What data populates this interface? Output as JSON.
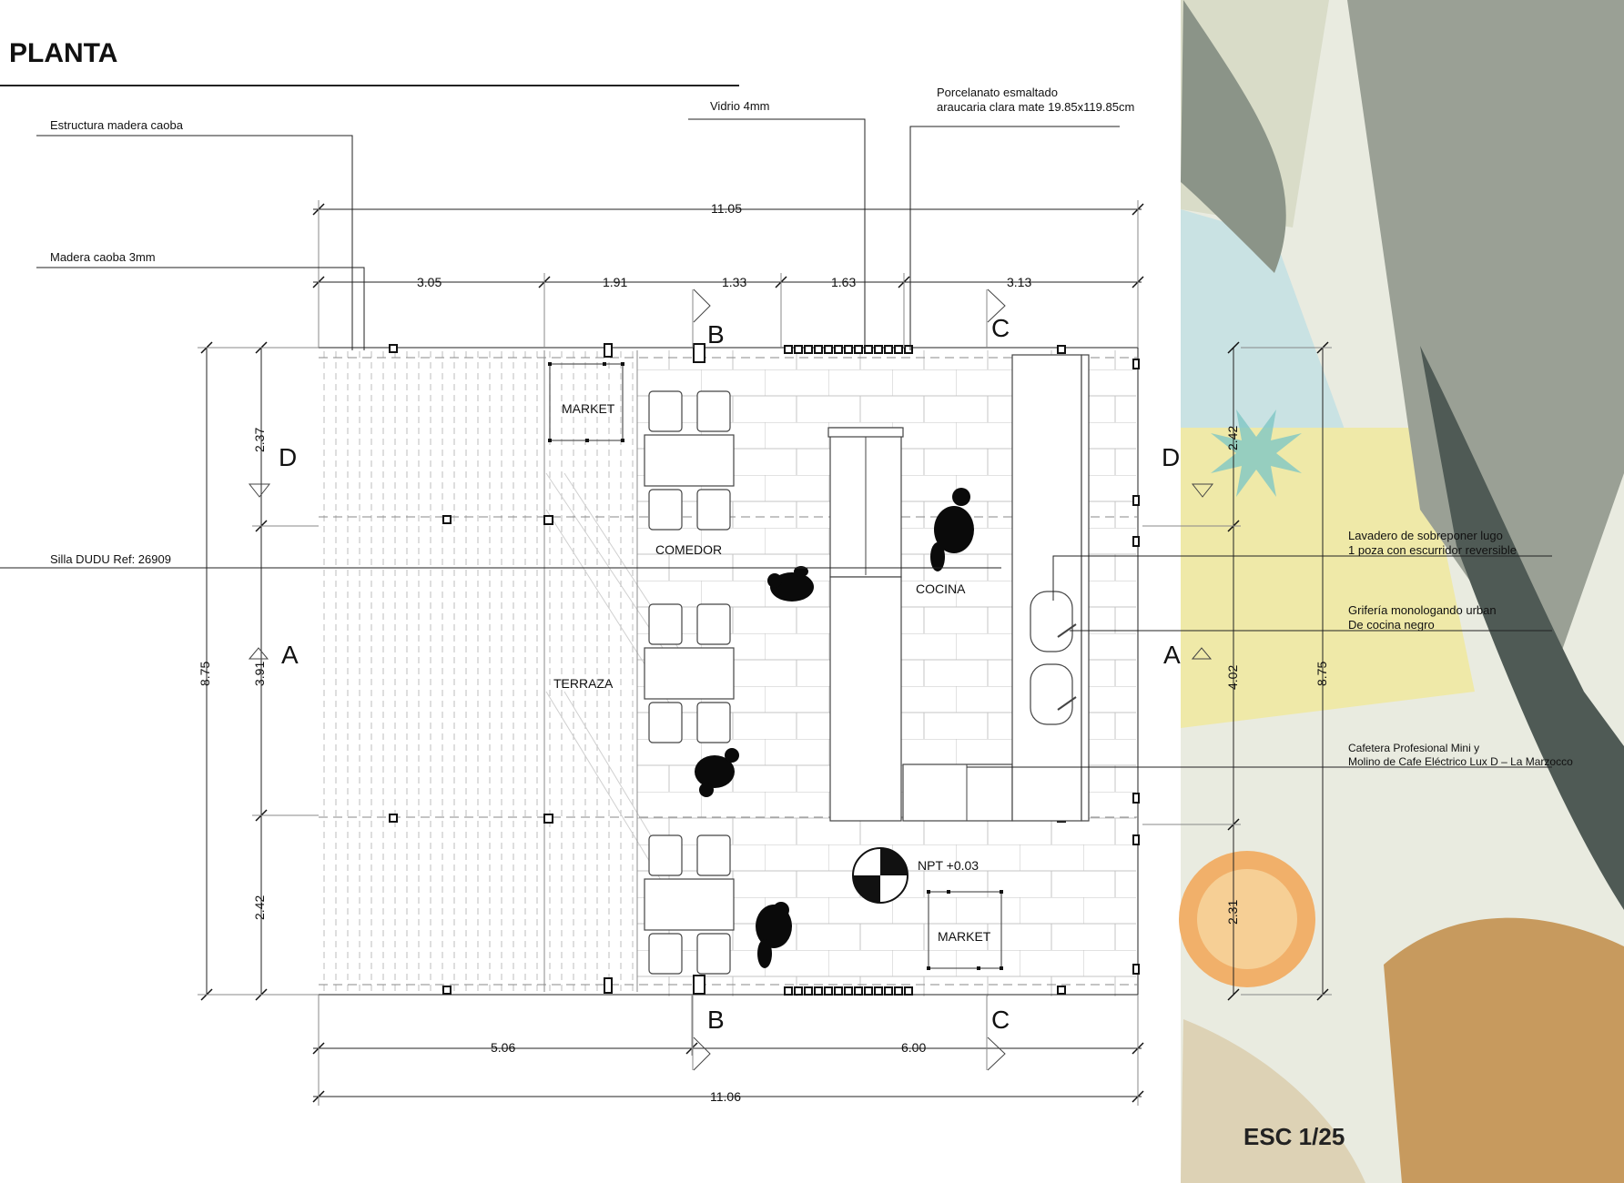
{
  "title": "PLANTA",
  "scale": "ESC 1/25",
  "notes": {
    "estructura": "Estructura madera caoba",
    "madera": "Madera caoba 3mm",
    "silla": "Silla DUDU Ref: 26909",
    "vidrio": "Vidrio 4mm",
    "porcelanato_1": "Porcelanato esmaltado",
    "porcelanato_2": "araucaria clara mate 19.85x119.85cm",
    "lavadero_1": "Lavadero de sobreponer lugo",
    "lavadero_2": "1 poza con escurridor reversible",
    "griferia_1": "Grifería monologando urban",
    "griferia_2": "De cocina negro",
    "cafetera_1": "Cafetera Profesional Mini y",
    "cafetera_2": "Molino de Cafe Eléctrico Lux D – La Marzocco"
  },
  "dimensions": {
    "top_total": "11.05",
    "top_1": "3.05",
    "top_2": "1.91",
    "top_3": "1.33",
    "top_4": "1.63",
    "top_5": "3.13",
    "bottom_1": "5.06",
    "bottom_2": "6.00",
    "bottom_total": "11.06",
    "left_total": "8.75",
    "left_1": "2.37",
    "left_2": "3.91",
    "left_3": "2.42",
    "right_1": "2.42",
    "right_2": "4.02",
    "right_3": "2.31",
    "right_total": "8.75"
  },
  "rooms": {
    "market_top": "MARKET",
    "comedor": "COMEDOR",
    "terraza": "TERRAZA",
    "cocina": "COCINA",
    "market_bottom": "MARKET",
    "npt": "NPT +0.03"
  },
  "sections": {
    "a": "A",
    "b": "B",
    "c": "C",
    "d": "D"
  }
}
